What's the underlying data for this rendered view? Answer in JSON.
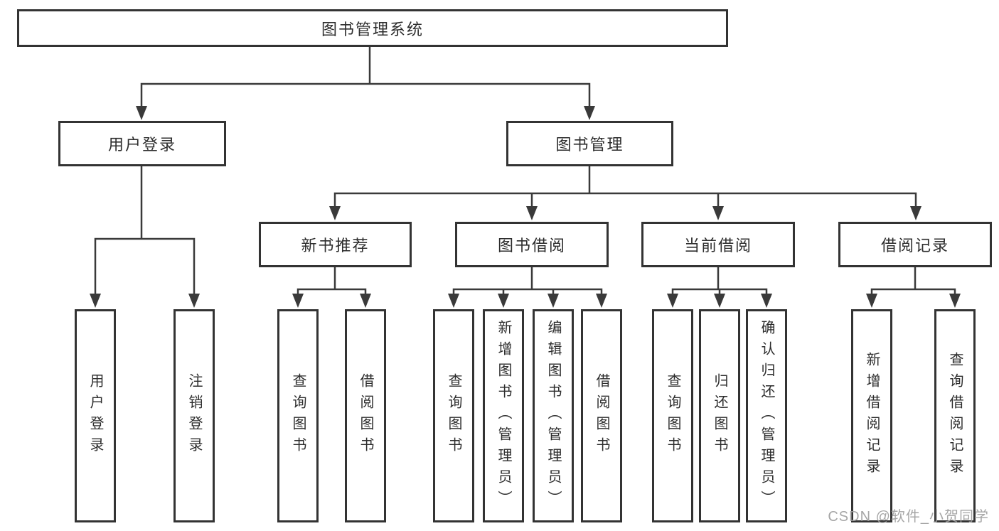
{
  "page": {
    "background": "#ffffff"
  },
  "colors": {
    "line": "#3a3a3a",
    "box_border": "#333333",
    "text": "#2d2d2d",
    "watermark": "#9e9e9e"
  },
  "watermark": {
    "text": "CSDN @软件_小贺同学"
  },
  "tree": {
    "root": {
      "label": "图书管理系统"
    },
    "branches": [
      {
        "label": "用户登录",
        "children": [
          {
            "label": "用户登录"
          },
          {
            "label": "注销登录"
          }
        ]
      },
      {
        "label": "图书管理",
        "children": [
          {
            "label": "新书推荐",
            "children": [
              {
                "label": "查询图书"
              },
              {
                "label": "借阅图书"
              }
            ]
          },
          {
            "label": "图书借阅",
            "children": [
              {
                "label": "查询图书"
              },
              {
                "label": "新增图书（管理员）"
              },
              {
                "label": "编辑图书（管理员）"
              },
              {
                "label": "借阅图书"
              }
            ]
          },
          {
            "label": "当前借阅",
            "children": [
              {
                "label": "查询图书"
              },
              {
                "label": "归还图书"
              },
              {
                "label": "确认归还（管理员）"
              }
            ]
          },
          {
            "label": "借阅记录",
            "children": [
              {
                "label": "新增借阅记录"
              },
              {
                "label": "查询借阅记录"
              }
            ]
          }
        ]
      }
    ]
  }
}
